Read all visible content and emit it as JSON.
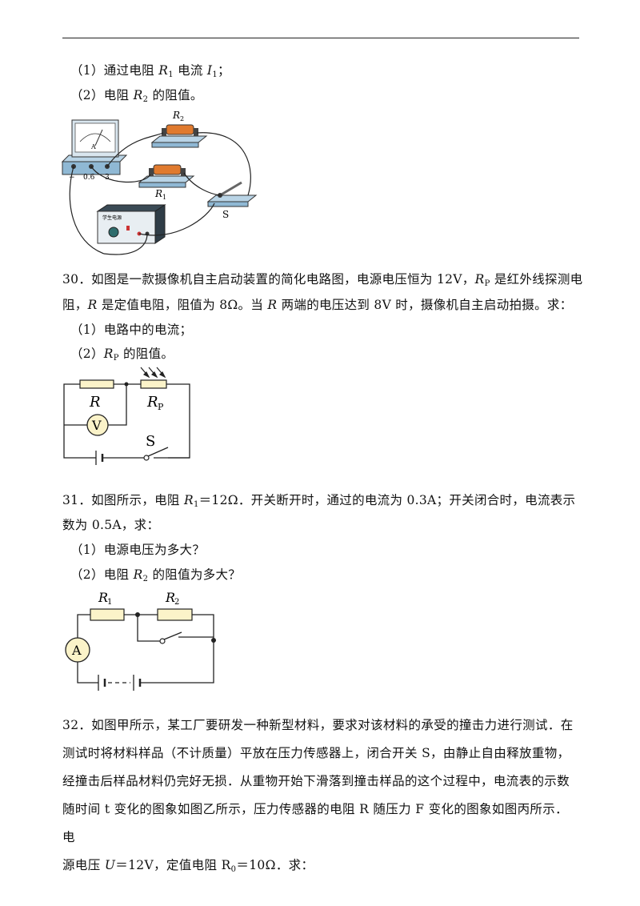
{
  "q29": {
    "p1": {
      "pre": "（1）通过电阻 ",
      "var": "R",
      "sub": "1",
      "mid": " 电流 ",
      "var2": "I",
      "sub2": "1",
      "post": "；"
    },
    "p2": {
      "pre": "（2）电阻 ",
      "var": "R",
      "sub": "2",
      "post": " 的阻值。"
    },
    "fig": {
      "r1": "R",
      "r1sub": "1",
      "r2": "R",
      "r2sub": "2",
      "switch": "S",
      "meter": "A",
      "term_minus": "−",
      "term_06": "0.6",
      "term_3": "3",
      "psu_label": "学生电源"
    }
  },
  "q30": {
    "l1": {
      "pre": "30．如图是一款摄像机自主启动装置的简化电路图，电源电压恒为 12V，",
      "var": "R",
      "sub": "P",
      "post": " 是红外线探测电"
    },
    "l2": {
      "pre": "阻，",
      "var": "R",
      "mid": " 是定值电阻，阻值为 8Ω。当 ",
      "var2": "R",
      "post": " 两端的电压达到 8V 时，摄像机自主启动拍摄。求："
    },
    "p1": "（1）电路中的电流；",
    "p2": {
      "pre": "（2）",
      "var": "R",
      "sub": "P",
      "post": " 的阻值。"
    },
    "fig": {
      "r": "R",
      "rp": "R",
      "rpsub": "P",
      "meter": "V",
      "switch": "S"
    }
  },
  "q31": {
    "l1": {
      "pre": "31．如图所示，电阻 ",
      "var": "R",
      "sub": "1",
      "post": "＝12Ω．开关断开时，通过的电流为 0.3A；开关闭合时，电流表示"
    },
    "l2": "数为 0.5A，求：",
    "p1": "（1）电源电压为多大？",
    "p2": {
      "pre": "（2）电阻 ",
      "var": "R",
      "sub": "2",
      "post": " 的阻值为多大？"
    },
    "fig": {
      "r1": "R",
      "r1sub": "1",
      "r2": "R",
      "r2sub": "2",
      "meter": "A"
    }
  },
  "q32": {
    "l1": "32．如图甲所示，某工厂要研发一种新型材料，要求对该材料的承受的撞击力进行测试．在",
    "l2": "测试时将材料样品（不计质量）平放在压力传感器上，闭合开关 S，由静止自由释放重物，",
    "l3": "经撞击后样品材料仍完好无损．从重物开始下滑落到撞击样品的这个过程中，电流表的示数",
    "l4": "随时间 t 变化的图象如图乙所示，压力传感器的电阻 R 随压力 F 变化的图象如图丙所示．电",
    "l5": {
      "pre": "源电压 ",
      "var": "U",
      "mid": "＝12V，定值电阻 R",
      "sub": "0",
      "post": "＝10Ω．求："
    }
  }
}
